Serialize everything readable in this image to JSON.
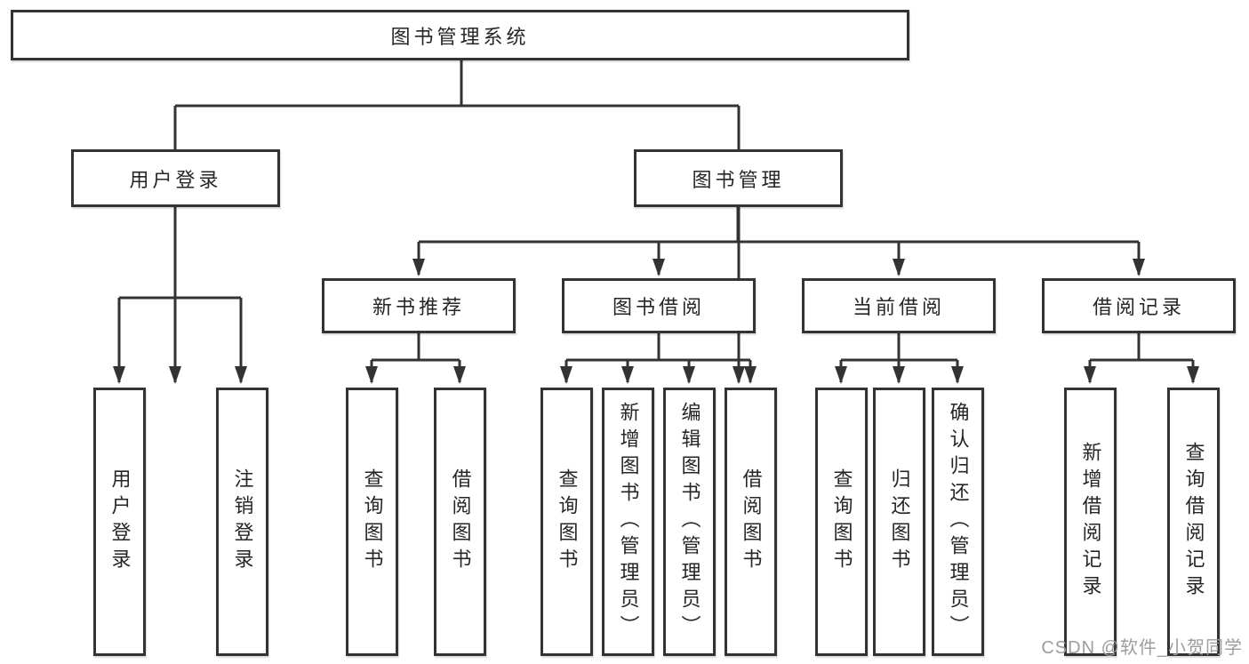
{
  "tree": {
    "root": "图书管理系统",
    "branches": [
      {
        "label": "用户登录",
        "leaves": [
          "用户登录",
          "注销登录"
        ]
      },
      {
        "label": "图书管理",
        "groups": [
          {
            "label": "新书推荐",
            "leaves": [
              "查询图书",
              "借阅图书"
            ]
          },
          {
            "label": "图书借阅",
            "leaves": [
              "查询图书",
              "新增图书（管理员）",
              "编辑图书（管理员）",
              "借阅图书"
            ]
          },
          {
            "label": "当前借阅",
            "leaves": [
              "查询图书",
              "归还图书",
              "确认归还（管理员）"
            ]
          },
          {
            "label": "借阅记录",
            "leaves": [
              "新增借阅记录",
              "查询借阅记录"
            ]
          }
        ]
      }
    ]
  },
  "watermark": "CSDN @软件_小贺同学",
  "colors": {
    "line": "#333333",
    "text": "#262626",
    "watermark": "#9d9d9d",
    "background": "#ffffff"
  }
}
